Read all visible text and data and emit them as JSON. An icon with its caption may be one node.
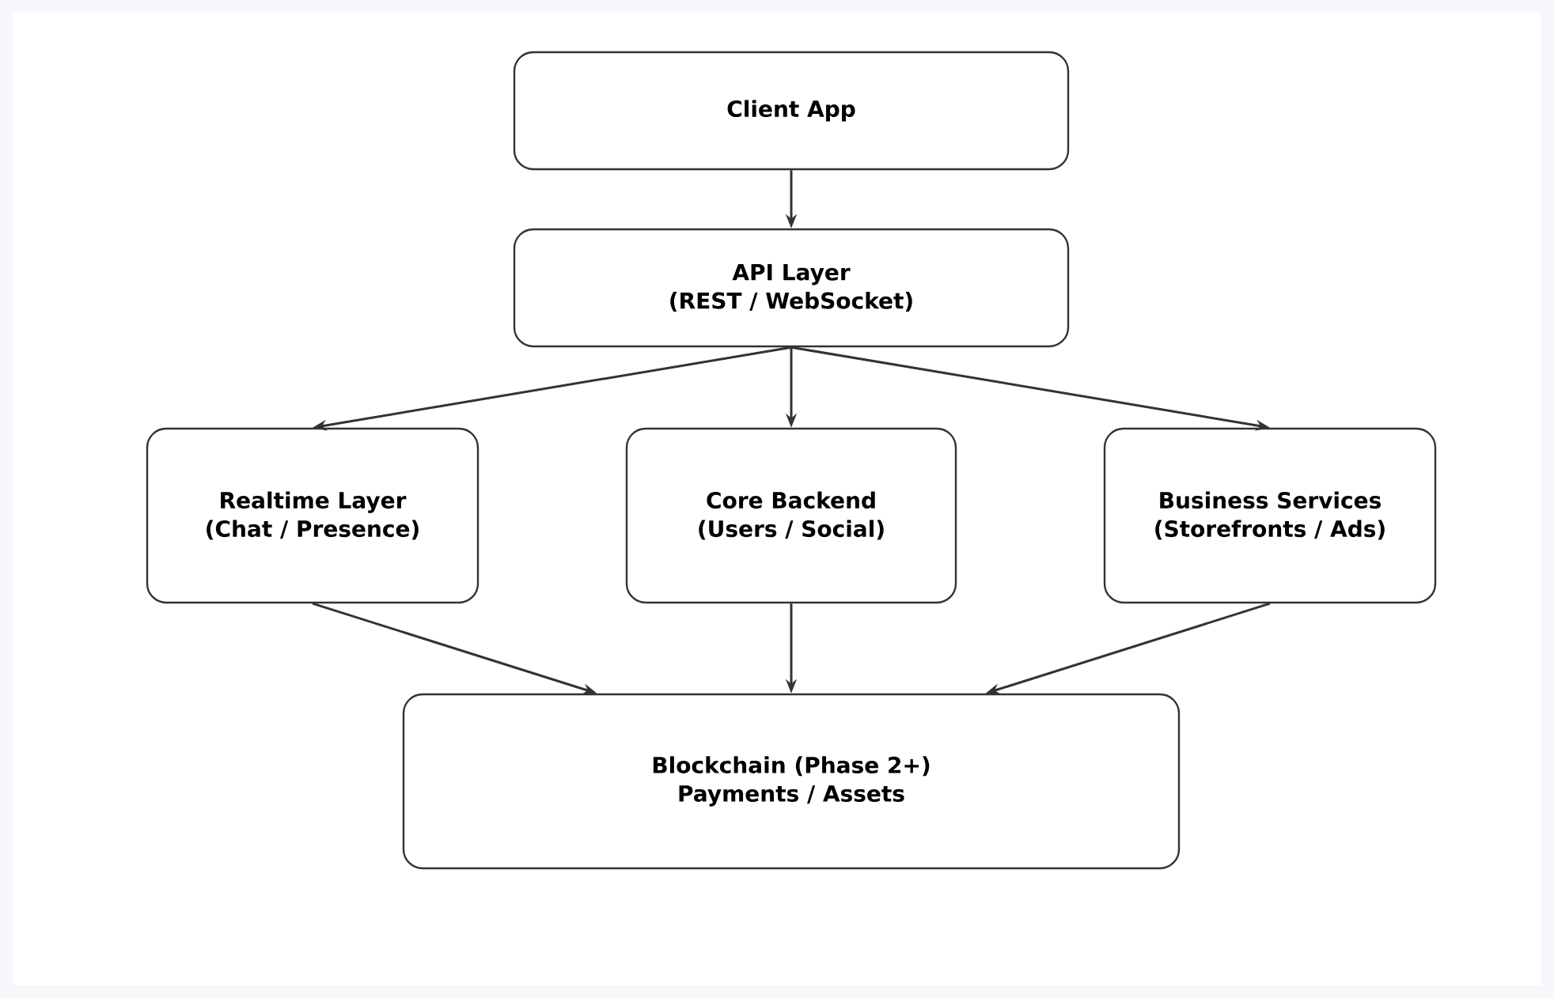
{
  "diagram": {
    "nodes": [
      {
        "text": [
          "Client App"
        ]
      },
      {
        "text": [
          "API Layer",
          "(REST / WebSocket)"
        ]
      },
      {
        "text": [
          "Realtime Layer",
          "(Chat / Presence)"
        ]
      },
      {
        "text": [
          "Core Backend",
          "(Users / Social)"
        ]
      },
      {
        "text": [
          "Business Services",
          "(Storefronts / Ads)"
        ]
      },
      {
        "text": [
          "Blockchain (Phase 2+)",
          "Payments / Assets"
        ]
      }
    ],
    "edges": [
      {
        "from": 0,
        "to": 1,
        "arrow": "to"
      },
      {
        "from": 1,
        "to": 2,
        "arrow": "to"
      },
      {
        "from": 1,
        "to": 3,
        "arrow": "to"
      },
      {
        "from": 1,
        "to": 4,
        "arrow": "to"
      },
      {
        "from": 2,
        "to": 5,
        "arrow": "to"
      },
      {
        "from": 3,
        "to": 5,
        "arrow": "to"
      },
      {
        "from": 4,
        "to": 5,
        "arrow": "to"
      }
    ]
  }
}
